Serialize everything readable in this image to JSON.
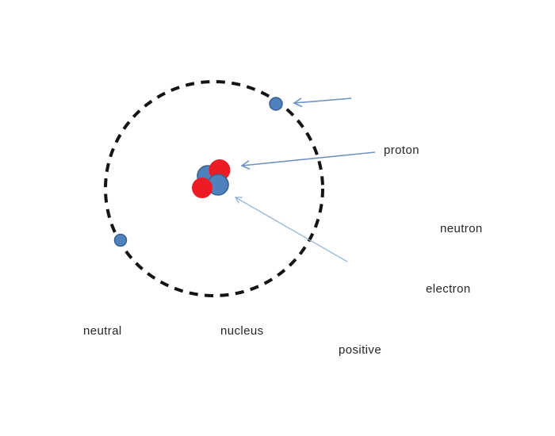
{
  "diagram": {
    "description": "Atom model: dashed electron orbit around a nucleus of four spheres (two red, two blue), two blue electrons on the orbit, three arrows pointing at parts",
    "orbit_style": "dashed",
    "electron_count": 2,
    "nucleus_red_spheres": 2,
    "nucleus_blue_spheres": 2,
    "arrow_count": 3
  },
  "labels": {
    "proton": "proton",
    "neutron": "neutron",
    "electron": "electron",
    "neutral": "neutral",
    "nucleus": "nucleus",
    "positive": "positive"
  },
  "colors": {
    "background": "#ffffff",
    "text": "#262626",
    "orbit_stroke": "#141414",
    "particle_blue_fill": "#4f81bd",
    "particle_blue_stroke": "#38618e",
    "particle_red_fill": "#ed1c24",
    "arrow_main": "#6e93c2",
    "arrow_thin": "#8fafd4"
  }
}
